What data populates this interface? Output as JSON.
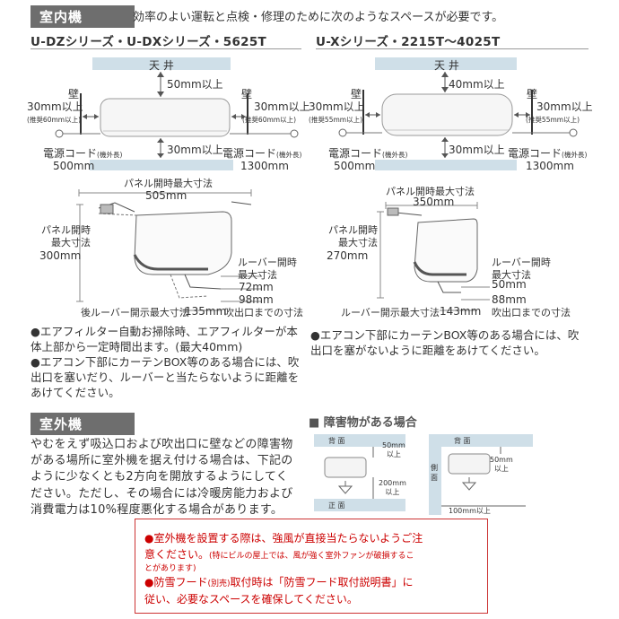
{
  "indoor": {
    "header": "室内機",
    "intro": "効率のよい運転と点検・修理のために次のようなスペースが必要です。",
    "left": {
      "series": "U-DZシリーズ・U-DXシリーズ・5625T",
      "ceiling": "天 井",
      "top_gap": "50mm以上",
      "wall_left": "壁",
      "wall_right": "壁",
      "side_left": "30mm以上",
      "side_left_note": "(推奨60mm以上)",
      "side_right": "30mm以上",
      "side_right_note": "(推奨60mm以上)",
      "bottom_gap": "30mm以上",
      "cord_left": "電源コード",
      "cord_left_note": "(機外長)",
      "cord_left_len": "500mm",
      "cord_right": "電源コード",
      "cord_right_note": "(機外長)",
      "cord_right_len": "1300mm",
      "panel_max": "パネル開時最大寸法",
      "panel_width": "505mm",
      "panel_open_label": "パネル開時\n最大寸法",
      "panel_open_val": "300mm",
      "louver_label": "ルーバー開時\n最大寸法",
      "louver_val": "72mm",
      "outlet_val": "98mm",
      "outlet_label": "吹出口までの寸法",
      "rear_louver_label": "後ルーバー開示最大寸法",
      "rear_louver_val": "135mm"
    },
    "right": {
      "series": "U-Xシリーズ・2215T〜4025T",
      "ceiling": "天 井",
      "top_gap": "40mm以上",
      "wall_left": "壁",
      "wall_right": "壁",
      "side_left": "30mm以上",
      "side_left_note": "(推奨55mm以上)",
      "side_right": "30mm以上",
      "side_right_note": "(推奨55mm以上)",
      "bottom_gap": "30mm以上",
      "cord_left": "電源コード",
      "cord_left_note": "(機外長)",
      "cord_left_len": "500mm",
      "cord_right": "電源コード",
      "cord_right_note": "(機外長)",
      "cord_right_len": "1300mm",
      "panel_max": "パネル開時最大寸法",
      "panel_width": "350mm",
      "panel_open_label": "パネル開時\n最大寸法",
      "panel_open_val": "270mm",
      "louver_label": "ルーバー開時\n最大寸法",
      "louver_val": "50mm",
      "outlet_val": "88mm",
      "outlet_label": "吹出口までの寸法",
      "rear_louver_label": "ルーバー開示最大寸法",
      "rear_louver_val": "143mm"
    },
    "note_left": "●エアフィルター自動お掃除時、エアフィルターが本体上部から一定時間出ます。(最大40mm)\n●エアコン下部にカーテンBOX等のある場合には、吹出口を塞いだり、ルーバーと当たらないように距離をあけてください。",
    "note_right": "●エアコン下部にカーテンBOX等のある場合には、吹出口を塞がないように距離をあけてください。"
  },
  "outdoor": {
    "header": "室外機",
    "text": "やむをえず吸込口および吹出口に壁などの障害物がある場所に室外機を据え付ける場合は、下記のように少なくとも2方向を開放するようにしてください。ただし、その場合には冷暖房能力および消費電力は10%程度悪化する場合があります。",
    "obstacle_title": "■ 障害物がある場合",
    "left_diagram": {
      "back": "背 面",
      "back_gap": "50mm\n以上",
      "front_gap": "200mm\n以上",
      "front": "正 面"
    },
    "right_diagram": {
      "back": "背 面",
      "side": "側\n面",
      "back_gap": "50mm\n以上",
      "side_gap": "100mm以上"
    }
  },
  "warning": {
    "line1": "●室外機を設置する際は、強風が直接当たらないようご注",
    "line2": "意ください。",
    "line2_small": "(特にビルの屋上では、風が強く室外ファンが破損するこ",
    "line3_small": "とがあります)",
    "line4a": "●防雪フード",
    "line4b": "(別売)",
    "line4c": "取付時は「防雪フード取付説明書」に",
    "line5": "従い、必要なスペースを確保してください。"
  }
}
